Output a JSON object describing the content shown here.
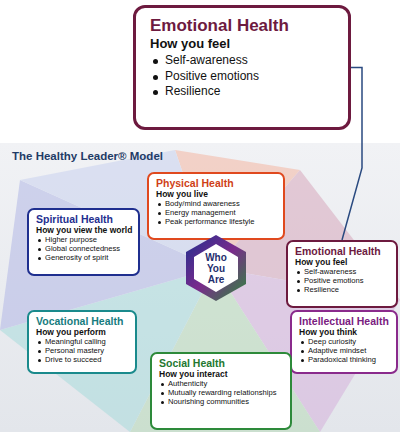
{
  "diagram": {
    "title": "The Healthy Leader® Model",
    "nodes": [
      {
        "text": [
          "Emotional Health",
          "How you feel",
          "Self-awareness",
          "Positive emotions",
          "Resilience"
        ]
      },
      {
        "text": [
          "Physical Health",
          "How you live",
          "Body/mind awareness",
          "Energy management",
          "Peak performance lifestyle"
        ]
      },
      {
        "text": [
          "Spiritual Health",
          "How you view the world",
          "Higher purpose",
          "Global connectedness",
          "Generosity of spirit"
        ]
      },
      {
        "text": [
          "Emotional Health",
          "How you feel",
          "Self-awareness",
          "Positive emotions",
          "Resilience"
        ]
      },
      {
        "text": [
          "Who You Are"
        ]
      },
      {
        "text": [
          "Vocational Health",
          "How you perform",
          "Meaningful calling",
          "Personal mastery",
          "Drive to succeed"
        ]
      },
      {
        "text": [
          "Intellectual Health",
          "How you think",
          "Deep curiosity",
          "Adaptive mindset",
          "Paradoxical thinking"
        ]
      },
      {
        "text": [
          "Social Health",
          "How you interact",
          "Authenticity",
          "Mutually rewarding relationships",
          "Nourishing communities"
        ]
      }
    ],
    "edges": [
      {
        "from": 0,
        "to": 3,
        "arrow": "none"
      }
    ]
  }
}
